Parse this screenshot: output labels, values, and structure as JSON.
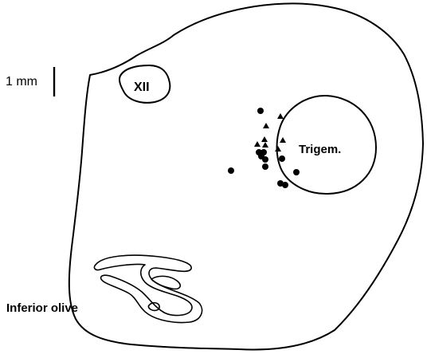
{
  "scale_bar": {
    "label": "1 mm"
  },
  "structures": {
    "hypoglossal_nucleus": "XII",
    "trigeminal_nucleus": "Trigem.",
    "inferior_olive": "Inferior olive"
  },
  "markers": {
    "circles_count": 12,
    "triangles_count": 7,
    "color": "#000000"
  }
}
